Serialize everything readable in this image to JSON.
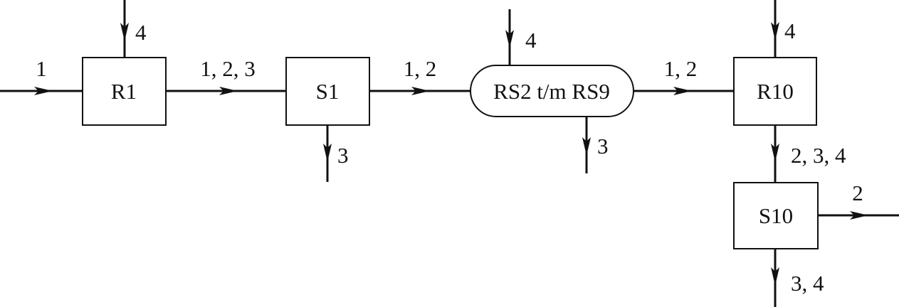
{
  "units": {
    "r1": "R1",
    "s1": "S1",
    "rs": "RS2 t/m RS9",
    "r10": "R10",
    "s10": "S10"
  },
  "streams": {
    "feed": "1",
    "r1_out": "1, 2, 3",
    "s1_out": "1, 2",
    "rs_out": "1, 2",
    "r1_in": "4",
    "s1_bottom": "3",
    "rs_top": "4",
    "rs_bottom": "3",
    "r10_top": "4",
    "r10_out": "2, 3, 4",
    "s10_right": "2",
    "s10_bottom": "3, 4"
  }
}
